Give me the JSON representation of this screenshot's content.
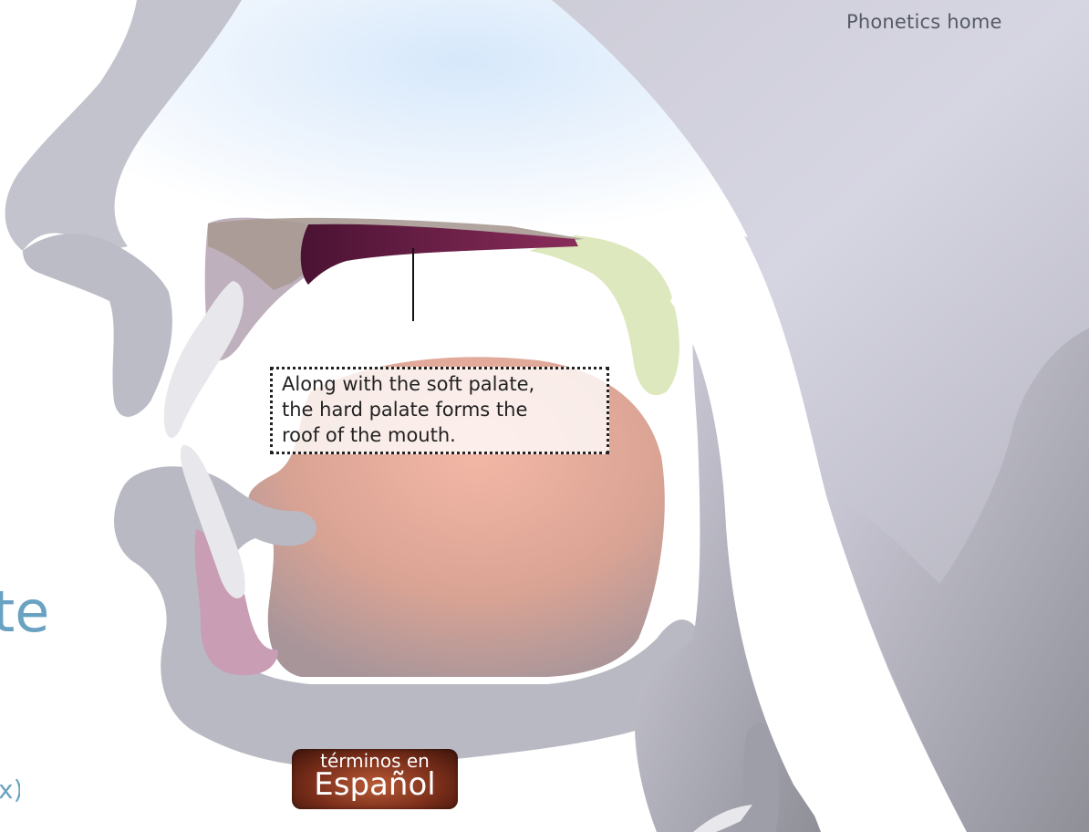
{
  "header": {
    "home_link": "Phonetics home"
  },
  "page": {
    "title_fragment": "te",
    "link_fragment": "x)"
  },
  "diagram": {
    "callout_lines": [
      "Along with the soft palate,",
      "the hard palate forms the",
      "roof of the mouth."
    ],
    "highlighted_part": "hard palate"
  },
  "language_button": {
    "small": "términos en",
    "big": "Español"
  },
  "colors": {
    "skin": "#c4c4cf",
    "hard_palate": "#6a1f45",
    "soft_palate": "#cfe0a0",
    "tongue": "#e3a994",
    "nasal_cavity": "#dbe9f7",
    "title_blue": "#6aa3c2"
  }
}
